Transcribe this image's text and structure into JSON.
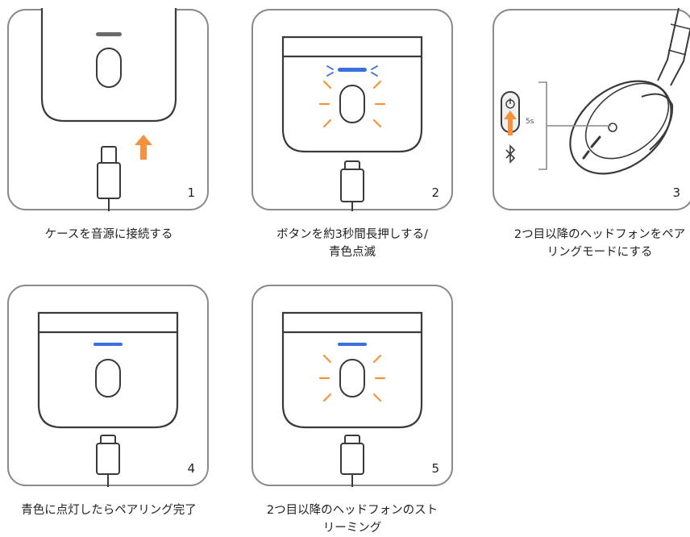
{
  "steps": [
    {
      "number": "1",
      "caption": "ケースを音源に接続する",
      "indicator": "none",
      "arrow_color": "#f5923e"
    },
    {
      "number": "2",
      "caption": "ボタンを約3秒間長押しする/\n青色点滅",
      "indicator": "blue-blink",
      "button_glow": true
    },
    {
      "number": "3",
      "caption": "2つ目以降のヘッドフォンをペア\nリングモードにする",
      "hold_label": "5s",
      "bluetooth_icon": "bluetooth-icon"
    },
    {
      "number": "4",
      "caption": "青色に点灯したらペアリング完了",
      "indicator": "blue-solid"
    },
    {
      "number": "5",
      "caption": "2つ目以降のヘッドフォンのスト\nリーミング",
      "indicator": "blue-solid",
      "button_glow": true
    }
  ],
  "colors": {
    "accent_orange": "#f5923e",
    "led_blue": "#3a6fe0",
    "stroke": "#3a3a3a",
    "frame": "#8a8a8a"
  }
}
